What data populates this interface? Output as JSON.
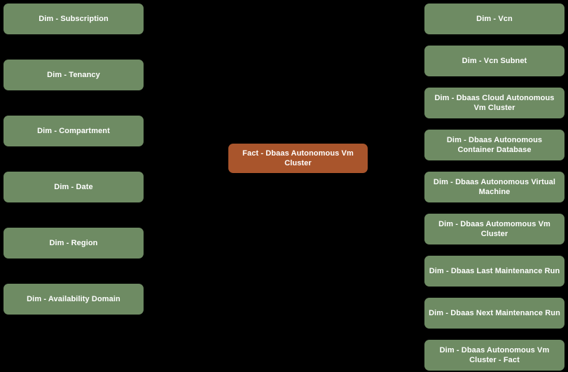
{
  "diagram": {
    "background_color": "#000000",
    "dimension_color": "#6e8b63",
    "fact_color": "#a9552c",
    "text_color": "#ffffff",
    "left_column": [
      {
        "label": "Dim - Subscription"
      },
      {
        "label": "Dim - Tenancy"
      },
      {
        "label": "Dim - Compartment"
      },
      {
        "label": "Dim - Date"
      },
      {
        "label": "Dim - Region"
      },
      {
        "label": "Dim - Availability Domain"
      }
    ],
    "center_column": [
      {
        "label": "Fact - Dbaas Autonomous Vm Cluster"
      }
    ],
    "right_column": [
      {
        "label": "Dim - Vcn"
      },
      {
        "label": "Dim - Vcn Subnet"
      },
      {
        "label": "Dim - Dbaas Cloud Autonomous Vm Cluster"
      },
      {
        "label": "Dim - Dbaas Autonomous Container Database"
      },
      {
        "label": "Dim - Dbaas Autonomous Virtual Machine"
      },
      {
        "label": "Dim - Dbaas Automomous Vm Cluster"
      },
      {
        "label": "Dim - Dbaas Last Maintenance Run"
      },
      {
        "label": "Dim - Dbaas Next Maintenance Run"
      },
      {
        "label": "Dim - Dbaas Autonomous Vm Cluster - Fact"
      }
    ]
  }
}
